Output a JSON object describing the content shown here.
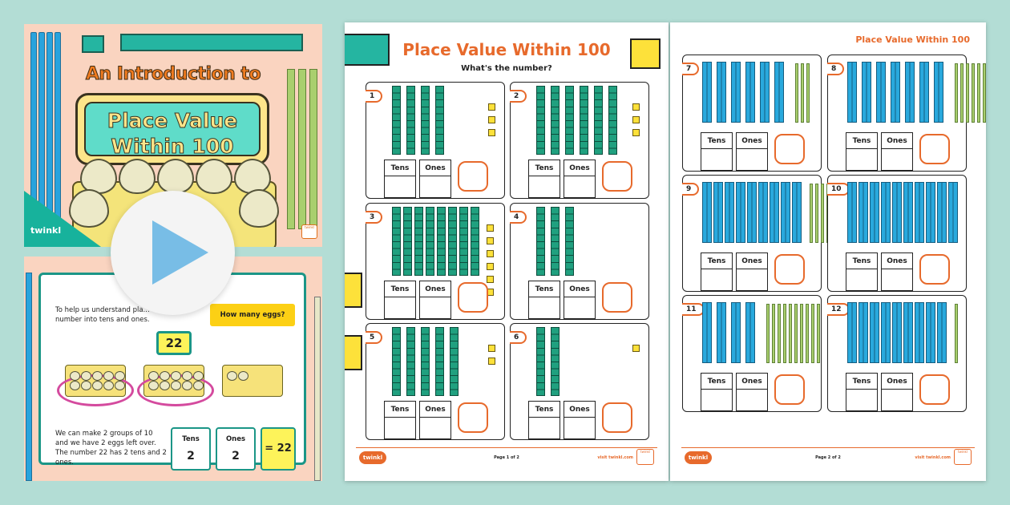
{
  "cover": {
    "title_line1": "An Introduction to",
    "title_line2": "Place Value",
    "title_line3": "Within 100",
    "brand": "twinkl",
    "badge": "twinkl"
  },
  "slide2": {
    "intro": "To help us understand pla... can split a number into tens and ones.",
    "question_label": "How many eggs?",
    "number": "22",
    "explanation": "We can make 2 groups of 10 and we have 2 eggs left over. The number 22 has 2 tens and 2 ones.",
    "tens_label": "Tens",
    "tens_value": "2",
    "ones_label": "Ones",
    "ones_value": "2",
    "equals": "= 22"
  },
  "worksheet": {
    "title": "Place Value Within 100",
    "subtitle": "What's the number?",
    "page2_title": "Place Value Within 100",
    "tens_label": "Tens",
    "ones_label": "Ones",
    "questions": [
      {
        "num": "1",
        "tens": 4,
        "ones": 3
      },
      {
        "num": "2",
        "tens": 6,
        "ones": 3
      },
      {
        "num": "3",
        "tens": 8,
        "ones": 6
      },
      {
        "num": "4",
        "tens": 3,
        "ones": 0
      },
      {
        "num": "5",
        "tens": 5,
        "ones": 2
      },
      {
        "num": "6",
        "tens": 2,
        "ones": 1
      },
      {
        "num": "7",
        "tens": 6,
        "ones": 3
      },
      {
        "num": "8",
        "tens": 7,
        "ones": 7
      },
      {
        "num": "9",
        "tens": 9,
        "ones": 8
      },
      {
        "num": "10",
        "tens": 10,
        "ones": 0
      },
      {
        "num": "11",
        "tens": 4,
        "ones": 10
      },
      {
        "num": "12",
        "tens": 9,
        "ones": 1
      }
    ],
    "footer": {
      "logo": "twinkl",
      "page1": "Page 1 of 2",
      "page2": "Page 2 of 2",
      "url": "visit twinkl.com",
      "badge": "twinkl"
    }
  }
}
